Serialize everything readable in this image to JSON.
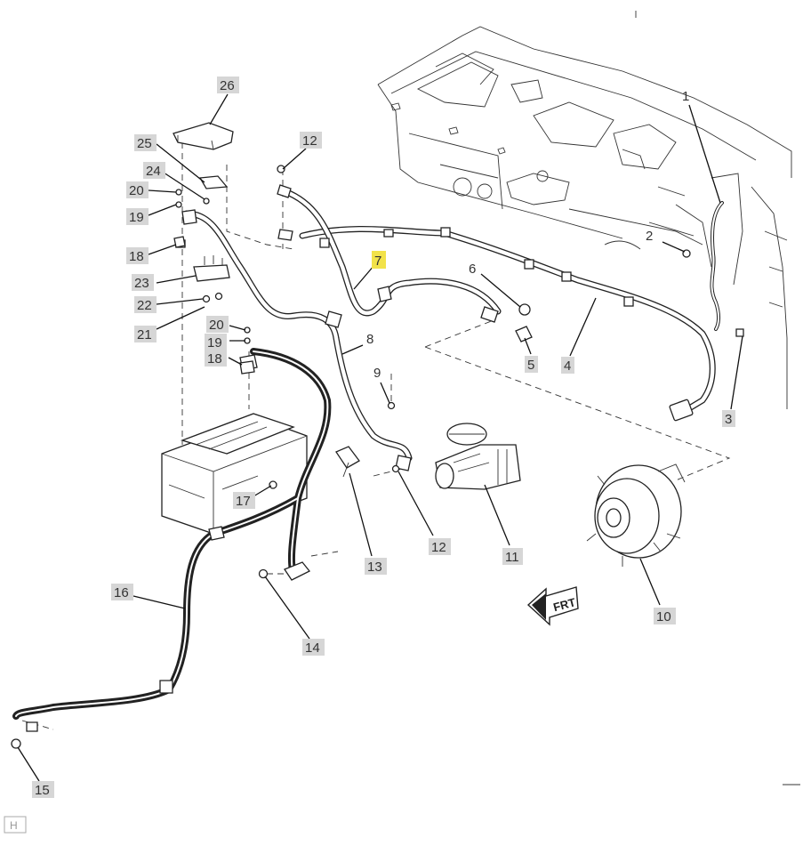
{
  "callouts": [
    {
      "id": "1",
      "label": "1",
      "highlight": false
    },
    {
      "id": "2",
      "label": "2",
      "highlight": false
    },
    {
      "id": "3",
      "label": "3",
      "highlight": false
    },
    {
      "id": "4",
      "label": "4",
      "highlight": false
    },
    {
      "id": "5",
      "label": "5",
      "highlight": false
    },
    {
      "id": "6",
      "label": "6",
      "highlight": false
    },
    {
      "id": "7",
      "label": "7",
      "highlight": true
    },
    {
      "id": "8",
      "label": "8",
      "highlight": false
    },
    {
      "id": "9",
      "label": "9",
      "highlight": false
    },
    {
      "id": "10",
      "label": "10",
      "highlight": false
    },
    {
      "id": "11",
      "label": "11",
      "highlight": false
    },
    {
      "id": "12a",
      "label": "12",
      "highlight": false
    },
    {
      "id": "12b",
      "label": "12",
      "highlight": false
    },
    {
      "id": "13",
      "label": "13",
      "highlight": false
    },
    {
      "id": "14",
      "label": "14",
      "highlight": false
    },
    {
      "id": "15",
      "label": "15",
      "highlight": false
    },
    {
      "id": "16",
      "label": "16",
      "highlight": false
    },
    {
      "id": "17",
      "label": "17",
      "highlight": false
    },
    {
      "id": "18a",
      "label": "18",
      "highlight": false
    },
    {
      "id": "18b",
      "label": "18",
      "highlight": false
    },
    {
      "id": "19a",
      "label": "19",
      "highlight": false
    },
    {
      "id": "19b",
      "label": "19",
      "highlight": false
    },
    {
      "id": "20a",
      "label": "20",
      "highlight": false
    },
    {
      "id": "20b",
      "label": "20",
      "highlight": false
    },
    {
      "id": "21",
      "label": "21",
      "highlight": false
    },
    {
      "id": "22",
      "label": "22",
      "highlight": false
    },
    {
      "id": "23",
      "label": "23",
      "highlight": false
    },
    {
      "id": "24",
      "label": "24",
      "highlight": false
    },
    {
      "id": "25",
      "label": "25",
      "highlight": false
    },
    {
      "id": "26",
      "label": "26",
      "highlight": false
    }
  ],
  "front_arrow": {
    "label": "FRT"
  },
  "corner_mark": {
    "label": "H"
  }
}
